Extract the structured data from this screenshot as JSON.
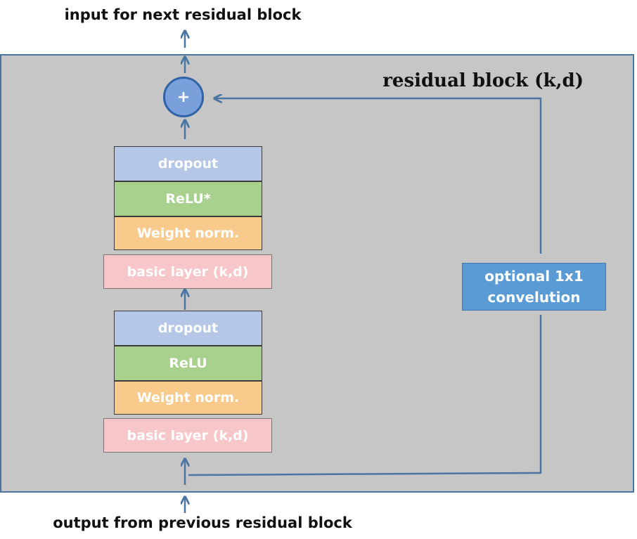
{
  "labels": {
    "top": "input for next residual block",
    "bottom": "output from previous residual block",
    "block_title": "residual block (k,d)"
  },
  "sum_node": {
    "symbol": "+"
  },
  "upper_stack": {
    "dropout": "dropout",
    "relu": "ReLU*",
    "weight_norm": "Weight norm.",
    "basic_layer": "basic layer (k,d)"
  },
  "lower_stack": {
    "dropout": "dropout",
    "relu": "ReLU",
    "weight_norm": "Weight norm.",
    "basic_layer": "basic layer (k,d)"
  },
  "skip_conv": {
    "line1": "optional 1x1",
    "line2": "convelution"
  },
  "colors": {
    "frame_fill": "#c6c6c6",
    "frame_border": "#4a74a2",
    "arrow": "#4a74a2",
    "dropout": "#b4c7e7",
    "relu": "#a9d18e",
    "weight_norm": "#f8cb8d",
    "basic_layer": "#f6c6c9",
    "sum_node": "#7aa0dc",
    "conv": "#5b9bd5"
  }
}
